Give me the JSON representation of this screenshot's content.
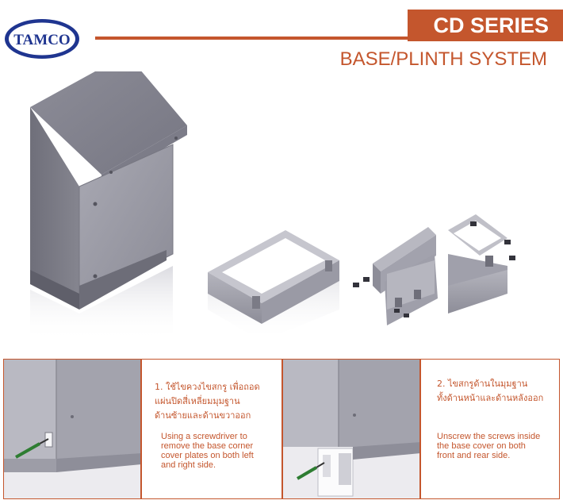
{
  "brand": {
    "logo_text": "TAMCO",
    "accent": "#c4562d",
    "logo_blue": "#1f3590"
  },
  "header": {
    "series": "CD SERIES",
    "subtitle": "BASE/PLINTH SYSTEM"
  },
  "steps": [
    {
      "thai_lines": [
        "1. ใช้ไขควงไขสกรู เพื่อถอด",
        "แผ่นปิดสี่เหลี่ยมมุมฐาน",
        "ด้านซ้ายและด้านขวาออก"
      ],
      "english_lines": [
        "Using a screwdriver to",
        "remove the base corner",
        "cover plates on both left",
        "and right side."
      ]
    },
    {
      "thai_lines": [
        "2. ไขสกรูด้านในมุมฐาน",
        "ทั้งด้านหน้าและด้านหลังออก"
      ],
      "english_lines": [
        "Unscrew the screws inside",
        "the base cover on both",
        "front and rear side."
      ]
    }
  ]
}
